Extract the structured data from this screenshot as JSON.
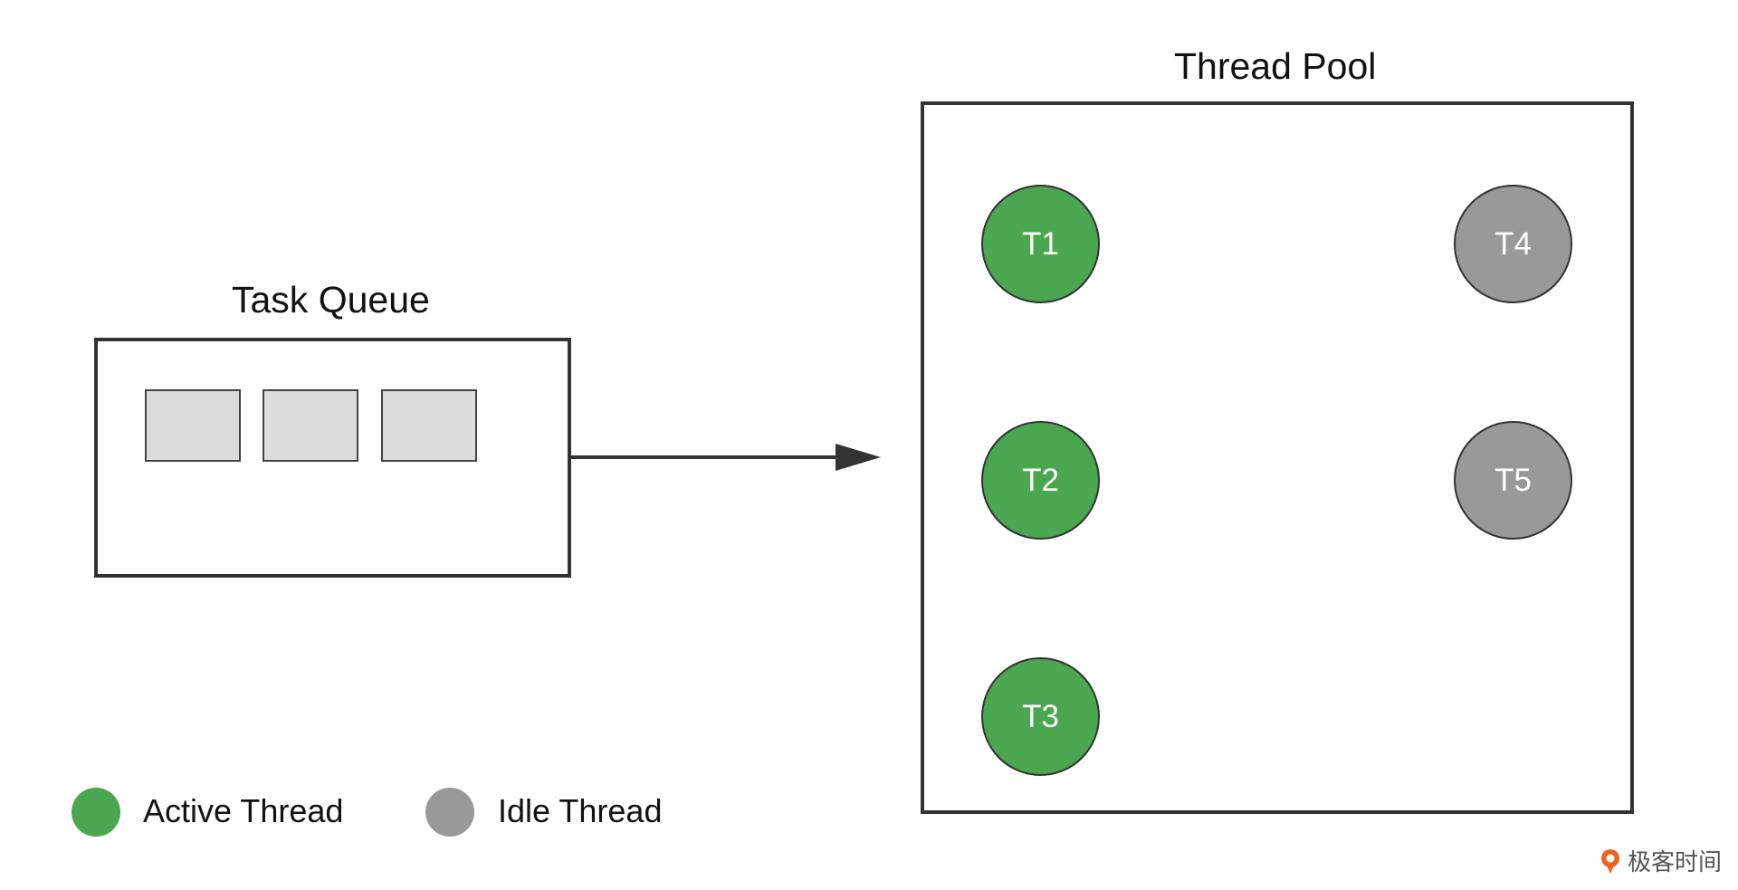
{
  "task_queue": {
    "title": "Task Queue",
    "task_count": 3
  },
  "thread_pool": {
    "title": "Thread Pool",
    "threads": [
      {
        "label": "T1",
        "state": "active"
      },
      {
        "label": "T2",
        "state": "active"
      },
      {
        "label": "T3",
        "state": "active"
      },
      {
        "label": "T4",
        "state": "idle"
      },
      {
        "label": "T5",
        "state": "idle"
      }
    ]
  },
  "legend": {
    "active": "Active Thread",
    "idle": "Idle Thread"
  },
  "watermark": {
    "text": "极客时间",
    "icon": "geektime-logo-icon"
  },
  "colors": {
    "active": "#4aa64f",
    "idle": "#999999",
    "task_fill": "#dcdcdc",
    "border": "#333333",
    "watermark_accent": "#f0601f"
  }
}
